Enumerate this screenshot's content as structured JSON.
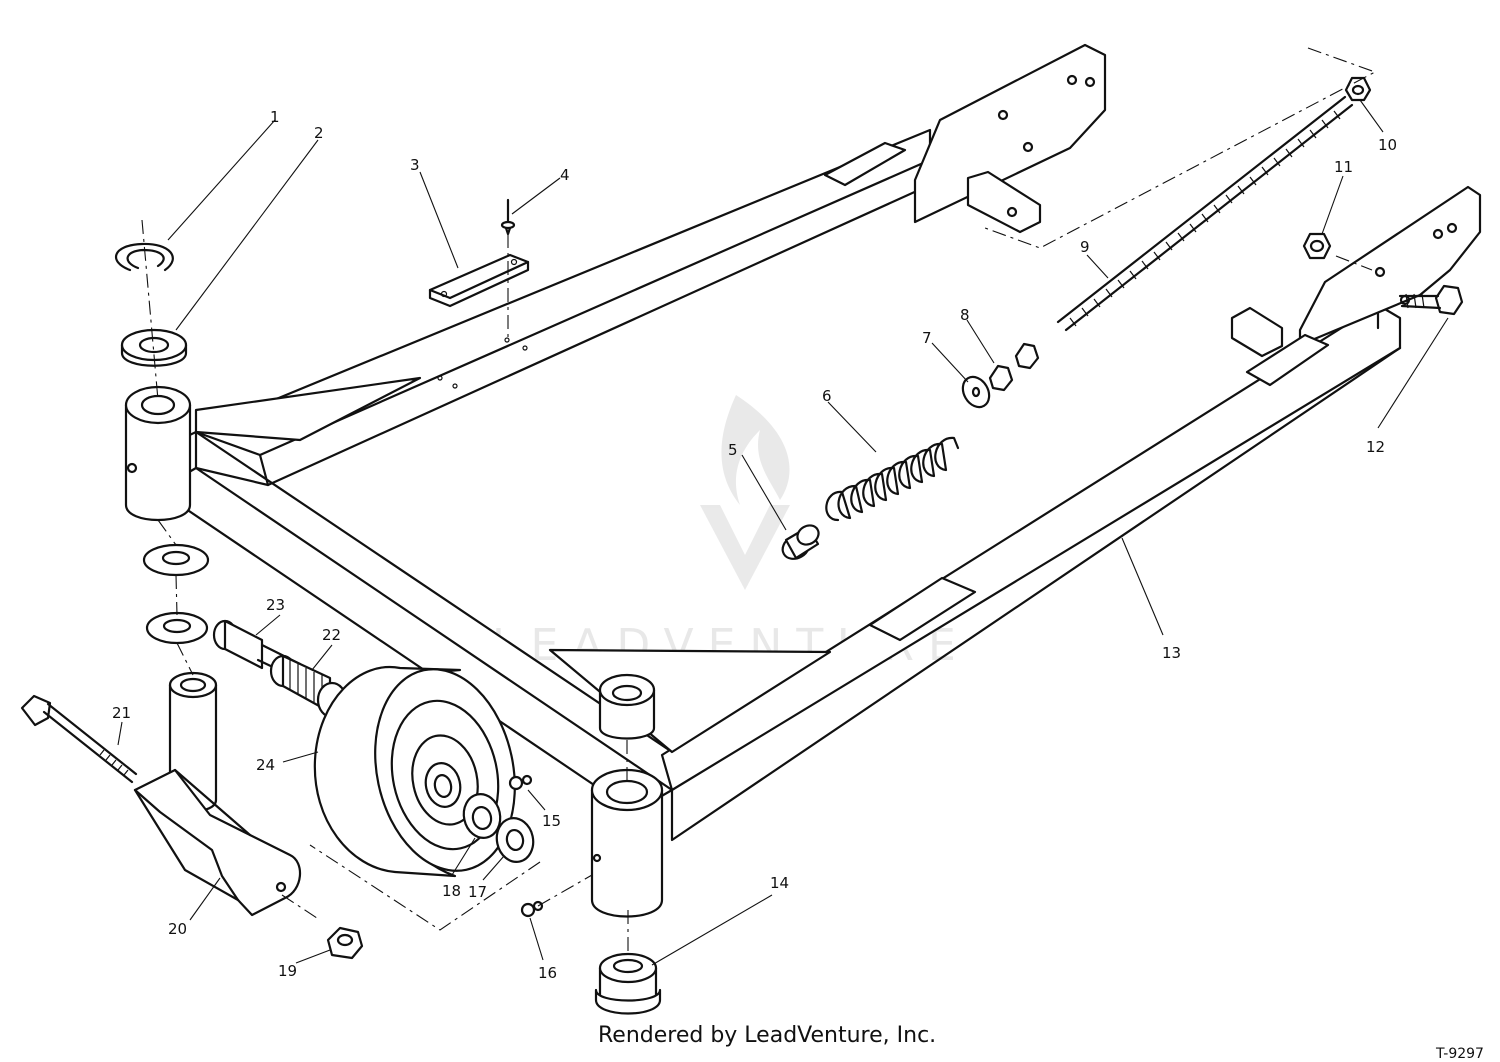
{
  "diagram": {
    "watermark_text": "LEADVENTURE",
    "credit_text": "Rendered by LeadVenture, Inc.",
    "figure_code": "T-9297",
    "callouts": [
      {
        "id": "1",
        "label": "1"
      },
      {
        "id": "2",
        "label": "2"
      },
      {
        "id": "3",
        "label": "3"
      },
      {
        "id": "4",
        "label": "4"
      },
      {
        "id": "5",
        "label": "5"
      },
      {
        "id": "6",
        "label": "6"
      },
      {
        "id": "7",
        "label": "7"
      },
      {
        "id": "8",
        "label": "8"
      },
      {
        "id": "9",
        "label": "9"
      },
      {
        "id": "10",
        "label": "10"
      },
      {
        "id": "11",
        "label": "11"
      },
      {
        "id": "12",
        "label": "12"
      },
      {
        "id": "13",
        "label": "13"
      },
      {
        "id": "14",
        "label": "14"
      },
      {
        "id": "15",
        "label": "15"
      },
      {
        "id": "16",
        "label": "16"
      },
      {
        "id": "17",
        "label": "17"
      },
      {
        "id": "18",
        "label": "18"
      },
      {
        "id": "19",
        "label": "19"
      },
      {
        "id": "20",
        "label": "20"
      },
      {
        "id": "21",
        "label": "21"
      },
      {
        "id": "22",
        "label": "22"
      },
      {
        "id": "23",
        "label": "23"
      },
      {
        "id": "24",
        "label": "24"
      }
    ]
  }
}
